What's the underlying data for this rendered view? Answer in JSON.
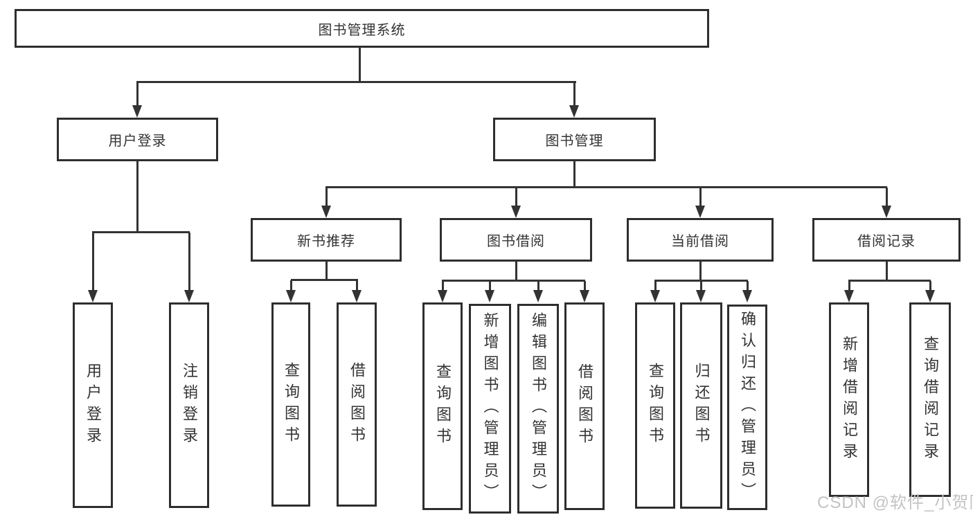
{
  "tree": {
    "label": "图书管理系统",
    "children": [
      {
        "label": "用户登录",
        "children": [
          {
            "label": "用户登录"
          },
          {
            "label": "注销登录"
          }
        ]
      },
      {
        "label": "图书管理",
        "children": [
          {
            "label": "新书推荐",
            "children": [
              {
                "label": "查询图书"
              },
              {
                "label": "借阅图书"
              }
            ]
          },
          {
            "label": "图书借阅",
            "children": [
              {
                "label": "查询图书"
              },
              {
                "label": "新增图书（管理员）"
              },
              {
                "label": "编辑图书（管理员）"
              },
              {
                "label": "借阅图书"
              }
            ]
          },
          {
            "label": "当前借阅",
            "children": [
              {
                "label": "查询图书"
              },
              {
                "label": "归还图书"
              },
              {
                "label": "确认归还（管理员）"
              }
            ]
          },
          {
            "label": "借阅记录",
            "children": [
              {
                "label": "新增借阅记录"
              },
              {
                "label": "查询借阅记录"
              }
            ]
          }
        ]
      }
    ]
  },
  "watermark": {
    "text": "CSDN @软件_小贺同学"
  },
  "colors": {
    "line": "#333333",
    "box_border": "#2e2e2e",
    "text": "#333333",
    "watermark": "#c3c3c3",
    "background": "#ffffff"
  }
}
